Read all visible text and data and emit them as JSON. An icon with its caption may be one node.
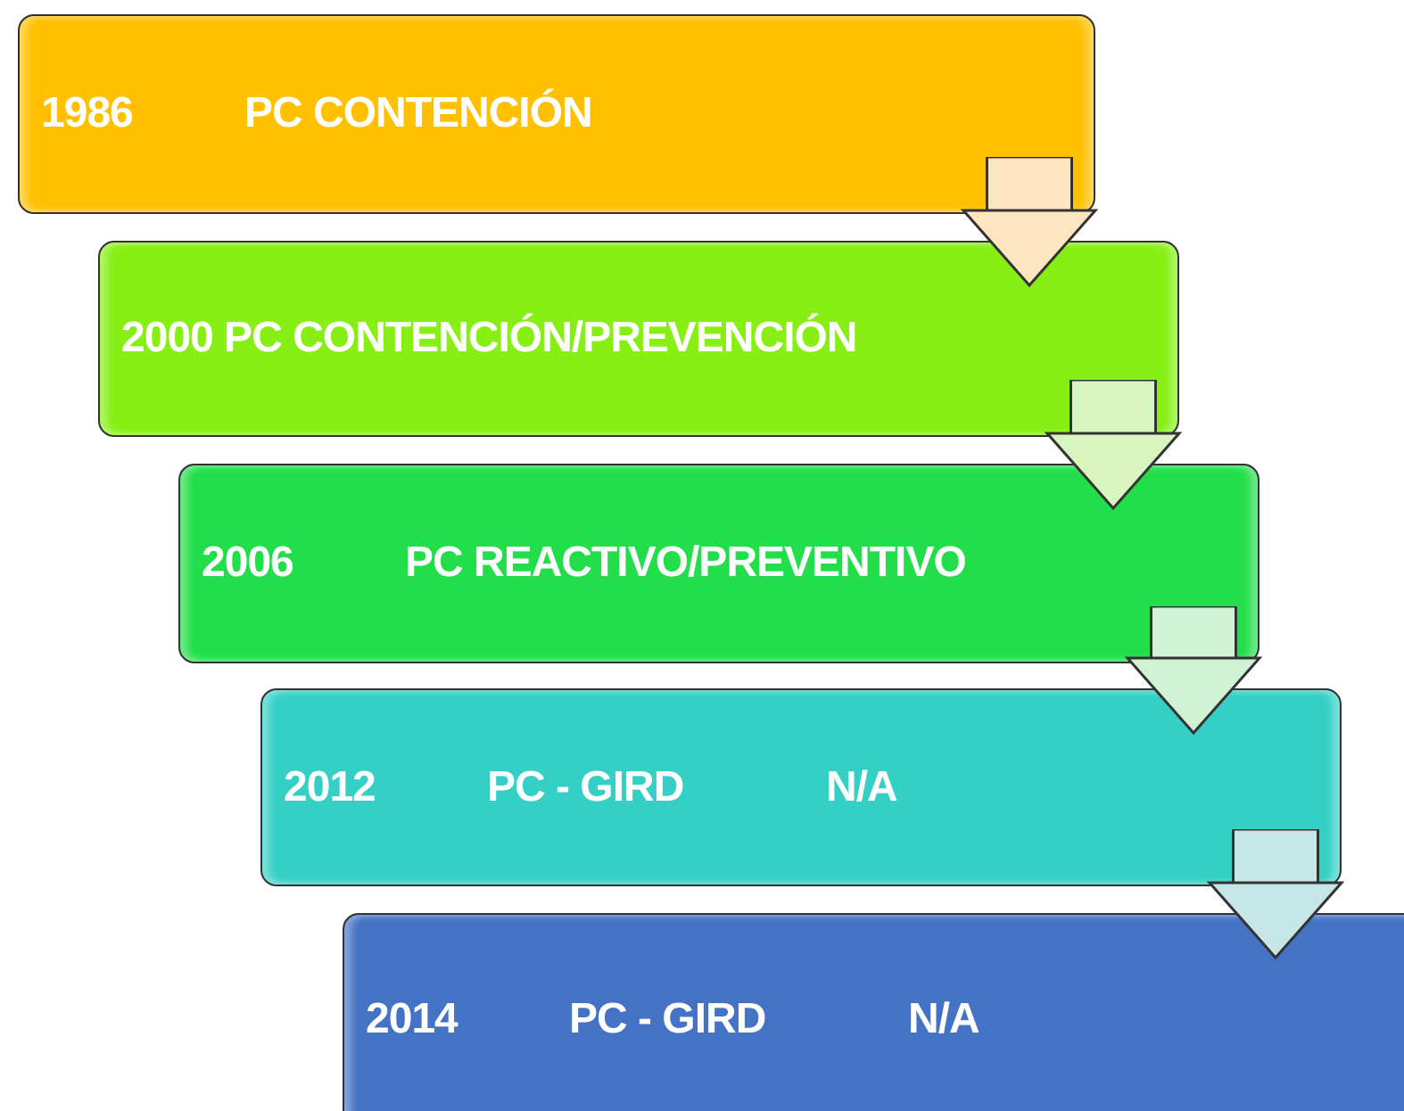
{
  "diagram": {
    "nodes": [
      {
        "text": [
          "1986",
          "PC CONTENCIÓN"
        ]
      },
      {
        "text": [
          "2000 PC CONTENCIÓN/PREVENCIÓN"
        ]
      },
      {
        "text": [
          "2006",
          "PC REACTIVO/PREVENTIVO"
        ]
      },
      {
        "text": [
          "2012",
          "PC - GIRD",
          "N/A"
        ]
      },
      {
        "text": [
          "2014",
          "PC - GIRD",
          "N/A"
        ]
      }
    ],
    "edges": [
      {
        "from": 0,
        "to": 1,
        "arrow": "to"
      },
      {
        "from": 1,
        "to": 2,
        "arrow": "to"
      },
      {
        "from": 2,
        "to": 3,
        "arrow": "to"
      },
      {
        "from": 3,
        "to": 4,
        "arrow": "to"
      }
    ]
  }
}
